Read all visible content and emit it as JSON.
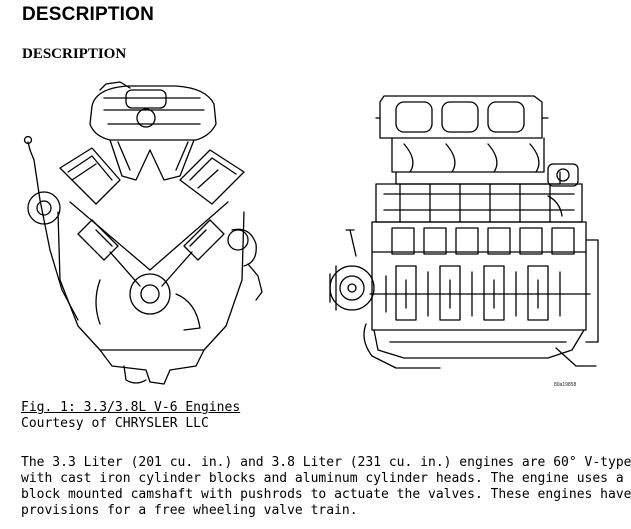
{
  "document": {
    "heading": "DESCRIPTION",
    "subheading": "DESCRIPTION",
    "figure_id": "80a19858",
    "caption_line1": "Fig. 1: 3.3/3.8L V-6 Engines",
    "caption_line2": "Courtesy of CHRYSLER LLC",
    "paragraph_lines": [
      "The 3.3 Liter (201 cu. in.) and 3.8 Liter (231 cu. in.) engines are 60° V-type",
      "with cast iron cylinder blocks and aluminum cylinder heads. The engine uses a",
      "block mounted camshaft with pushrods to actuate the valves. These engines have",
      "provisions for a free wheeling valve train."
    ]
  }
}
